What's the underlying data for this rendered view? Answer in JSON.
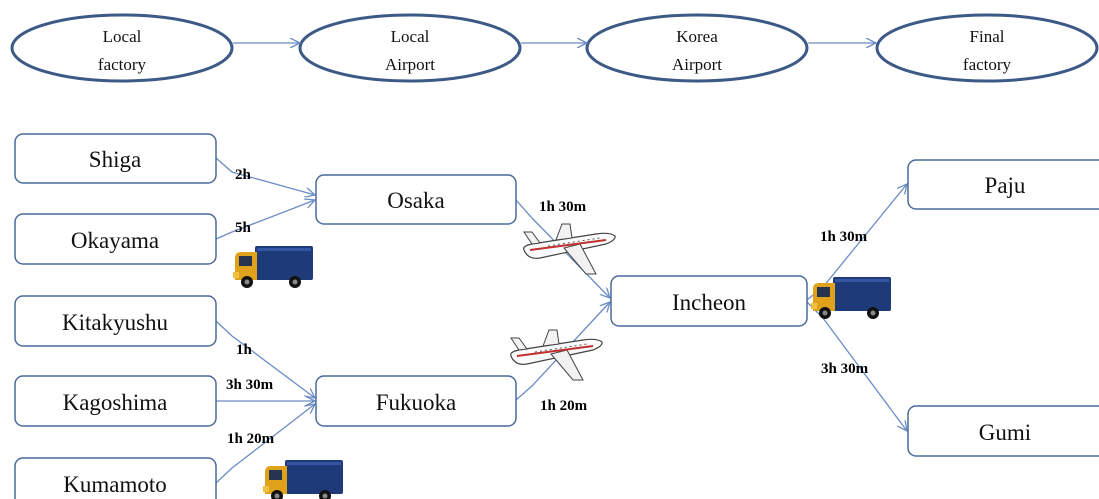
{
  "flow": [
    {
      "line1": "Local",
      "line2": "factory"
    },
    {
      "line1": "Local",
      "line2": "Airport"
    },
    {
      "line1": "Korea",
      "line2": "Airport"
    },
    {
      "line1": "Final",
      "line2": "factory"
    }
  ],
  "nodes": {
    "shiga": "Shiga",
    "okayama": "Okayama",
    "kitakyushu": "Kitakyushu",
    "kagoshima": "Kagoshima",
    "kumamoto": "Kumamoto",
    "osaka": "Osaka",
    "fukuoka": "Fukuoka",
    "incheon": "Incheon",
    "paju": "Paju",
    "gumi": "Gumi"
  },
  "durations": {
    "shiga_osaka": "2h",
    "okayama_osaka": "5h",
    "kitakyushu_fukuoka": "1h",
    "kagoshima_fukuoka": "3h 30m",
    "kumamoto_fukuoka": "1h 20m",
    "osaka_incheon": "1h 30m",
    "fukuoka_incheon": "1h 20m",
    "incheon_paju": "1h 30m",
    "incheon_gumi": "3h 30m"
  },
  "icons": {
    "truck": "truck-icon",
    "airplane": "airplane-icon"
  },
  "colors": {
    "ellipse_border": "#3d5a87",
    "box_border": "#4a6a9a",
    "arrow": "#6b8cc4",
    "truck_body": "#1f3a78",
    "truck_cab": "#e0a21a"
  }
}
